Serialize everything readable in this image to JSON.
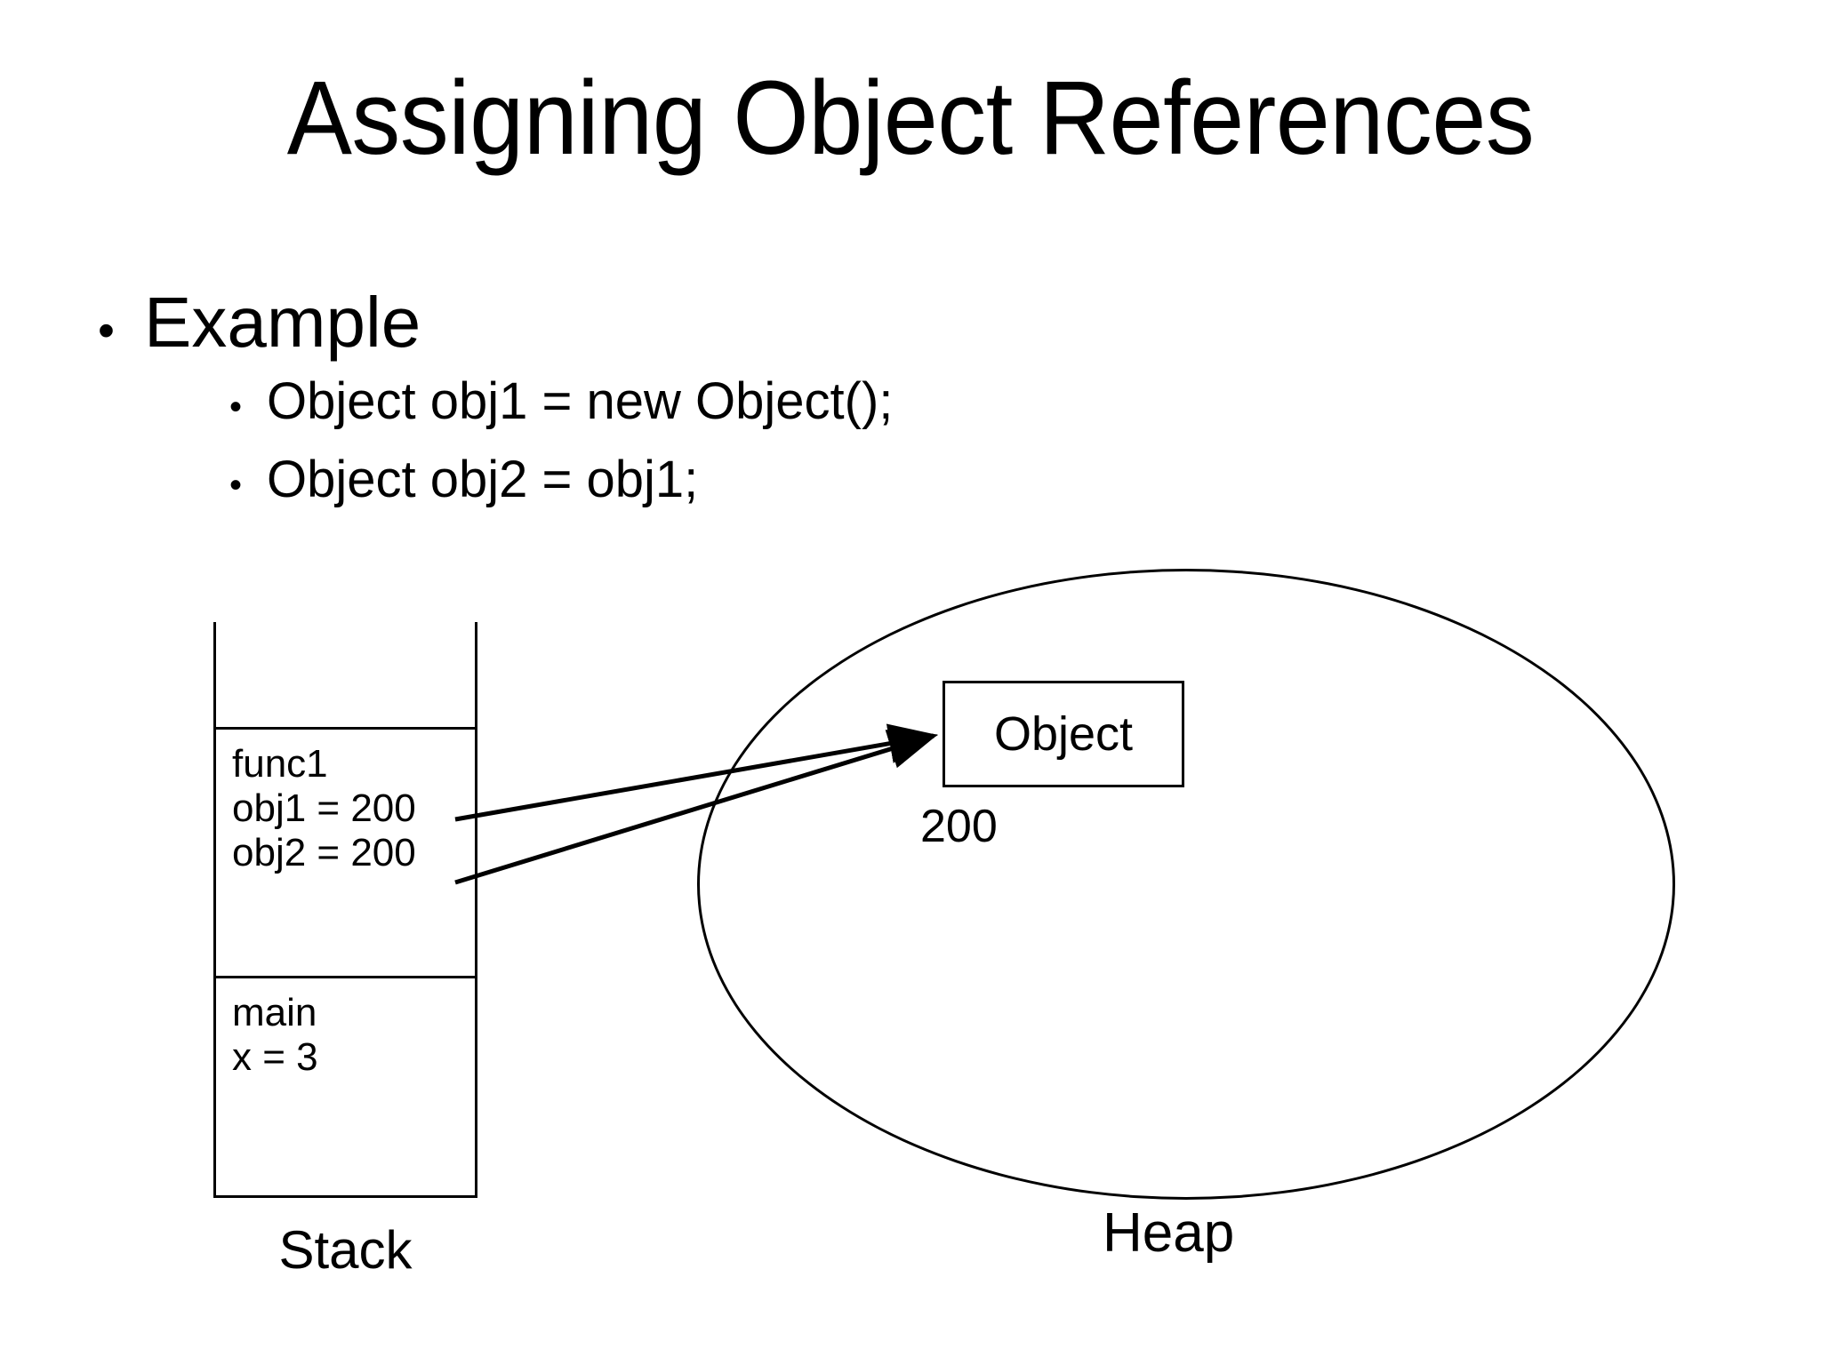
{
  "slide": {
    "title": "Assigning Object References",
    "background_color": "#ffffff",
    "text_color": "#000000"
  },
  "bullets": {
    "level1": [
      {
        "marker": "•",
        "text": "Example"
      }
    ],
    "level2": [
      {
        "marker": "•",
        "text": "Object obj1 = new Object();"
      },
      {
        "marker": "•",
        "text": "Object obj2 = obj1;"
      }
    ]
  },
  "diagram": {
    "stack": {
      "label": "Stack",
      "frames": [
        {
          "name": "empty-top",
          "lines": []
        },
        {
          "name": "func1",
          "lines": [
            "func1",
            "obj1 = 200",
            "obj2 = 200"
          ]
        },
        {
          "name": "main",
          "lines": [
            "main",
            "x = 3"
          ]
        }
      ]
    },
    "heap": {
      "label": "Heap",
      "object_box_label": "Object",
      "object_address": "200"
    },
    "arrows": [
      {
        "name": "obj1-to-object",
        "from": "obj1 = 200",
        "to": "Object"
      },
      {
        "name": "obj2-to-object",
        "from": "obj2 = 200",
        "to": "Object"
      }
    ]
  }
}
